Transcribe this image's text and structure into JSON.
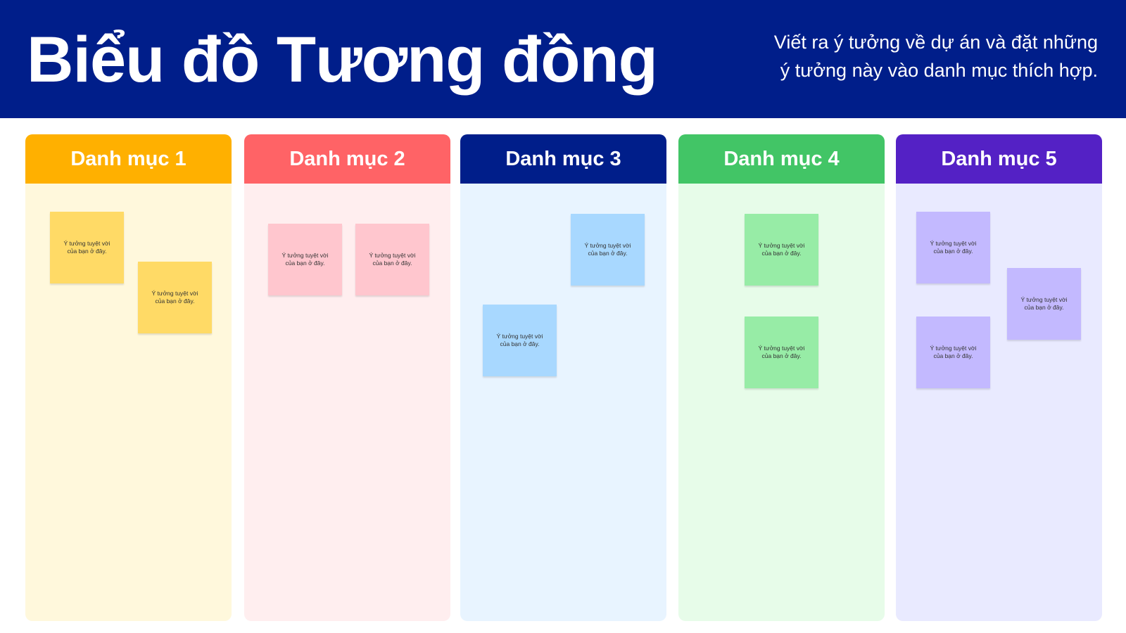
{
  "header": {
    "title": "Biểu đồ Tương đồng",
    "subtitle_line1": "Viết ra ý tưởng về dự án và đặt những",
    "subtitle_line2": "ý tưởng này vào danh mục thích hợp.",
    "background": "#001E8A"
  },
  "note_text_line1": "Ý tưởng tuyệt vời",
  "note_text_line2": "của bạn ở đây.",
  "columns": [
    {
      "label": "Danh mục 1",
      "header_color": "#FFB000",
      "body_color": "#FFF8DC",
      "note_color": "#FFDA66",
      "note_count": 2
    },
    {
      "label": "Danh mục 2",
      "header_color": "#FF6366",
      "body_color": "#FFEEEF",
      "note_color": "#FFC6CE",
      "note_count": 2
    },
    {
      "label": "Danh mục 3",
      "header_color": "#001E8A",
      "body_color": "#E8F4FF",
      "note_color": "#A8D8FF",
      "note_count": 2
    },
    {
      "label": "Danh mục 4",
      "header_color": "#42C566",
      "body_color": "#E7FCE9",
      "note_color": "#97ECA6",
      "note_count": 2
    },
    {
      "label": "Danh mục 5",
      "header_color": "#5421C5",
      "body_color": "#E9EAFF",
      "note_color": "#C3B9FF",
      "note_count": 3
    }
  ]
}
